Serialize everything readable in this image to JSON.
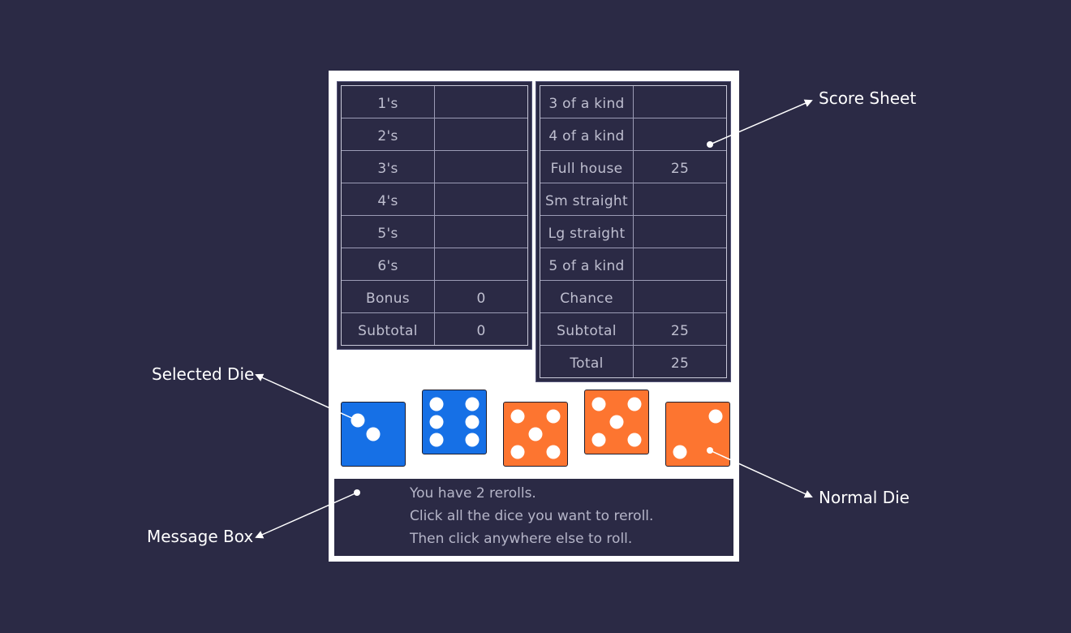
{
  "score_sheet": {
    "upper": [
      {
        "label": "1's",
        "value": ""
      },
      {
        "label": "2's",
        "value": ""
      },
      {
        "label": "3's",
        "value": ""
      },
      {
        "label": "4's",
        "value": ""
      },
      {
        "label": "5's",
        "value": ""
      },
      {
        "label": "6's",
        "value": ""
      },
      {
        "label": "Bonus",
        "value": "0"
      },
      {
        "label": "Subtotal",
        "value": "0"
      }
    ],
    "lower": [
      {
        "label": "3 of a kind",
        "value": ""
      },
      {
        "label": "4 of a kind",
        "value": ""
      },
      {
        "label": "Full house",
        "value": "25"
      },
      {
        "label": "Sm straight",
        "value": ""
      },
      {
        "label": "Lg straight",
        "value": ""
      },
      {
        "label": "5 of a kind",
        "value": ""
      },
      {
        "label": "Chance",
        "value": ""
      },
      {
        "label": "Subtotal",
        "value": "25"
      },
      {
        "label": "Total",
        "value": "25"
      }
    ]
  },
  "dice": [
    {
      "face": 2,
      "selected": true
    },
    {
      "face": 6,
      "selected": true
    },
    {
      "face": 5,
      "selected": false
    },
    {
      "face": 5,
      "selected": false
    },
    {
      "face": 2,
      "selected": false
    }
  ],
  "message": {
    "lines": [
      "You have 2 rerolls.",
      "Click all the dice you want to reroll.",
      "Then click anywhere else to roll."
    ]
  },
  "callouts": {
    "score_sheet": "Score Sheet",
    "selected_die": "Selected Die",
    "normal_die": "Normal Die",
    "message_box": "Message Box"
  },
  "colors": {
    "background": "#2b2a45",
    "selected_die": "#1670e6",
    "normal_die": "#fd7530",
    "pip": "#ffffff"
  }
}
